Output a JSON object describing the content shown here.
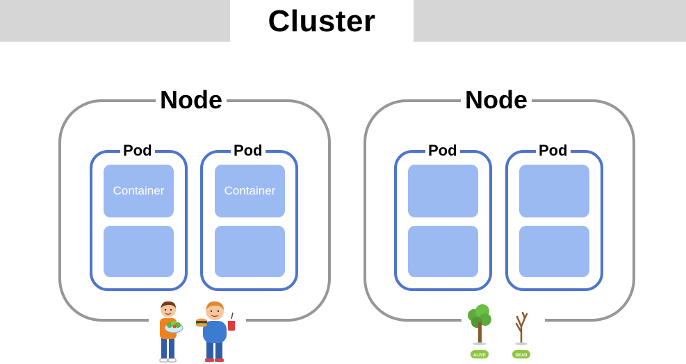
{
  "cluster": {
    "title": "Cluster"
  },
  "nodes": [
    {
      "label": "Node",
      "pods": [
        {
          "label": "Pod",
          "containers": [
            "Container",
            ""
          ]
        },
        {
          "label": "Pod",
          "containers": [
            "Container",
            ""
          ]
        }
      ],
      "illustration": "children-eating-food"
    },
    {
      "label": "Node",
      "pods": [
        {
          "label": "Pod",
          "containers": [
            "",
            ""
          ]
        },
        {
          "label": "Pod",
          "containers": [
            "",
            ""
          ]
        }
      ],
      "illustration": "trees",
      "tree_tags": [
        "ALIVE",
        "DEAD"
      ]
    }
  ],
  "colors": {
    "node_border": "#979797",
    "pod_border": "#4f74cf",
    "container_fill": "#9bbaf1",
    "header_bar": "#d6d6d6",
    "alive_tag": "#8cc63f"
  }
}
